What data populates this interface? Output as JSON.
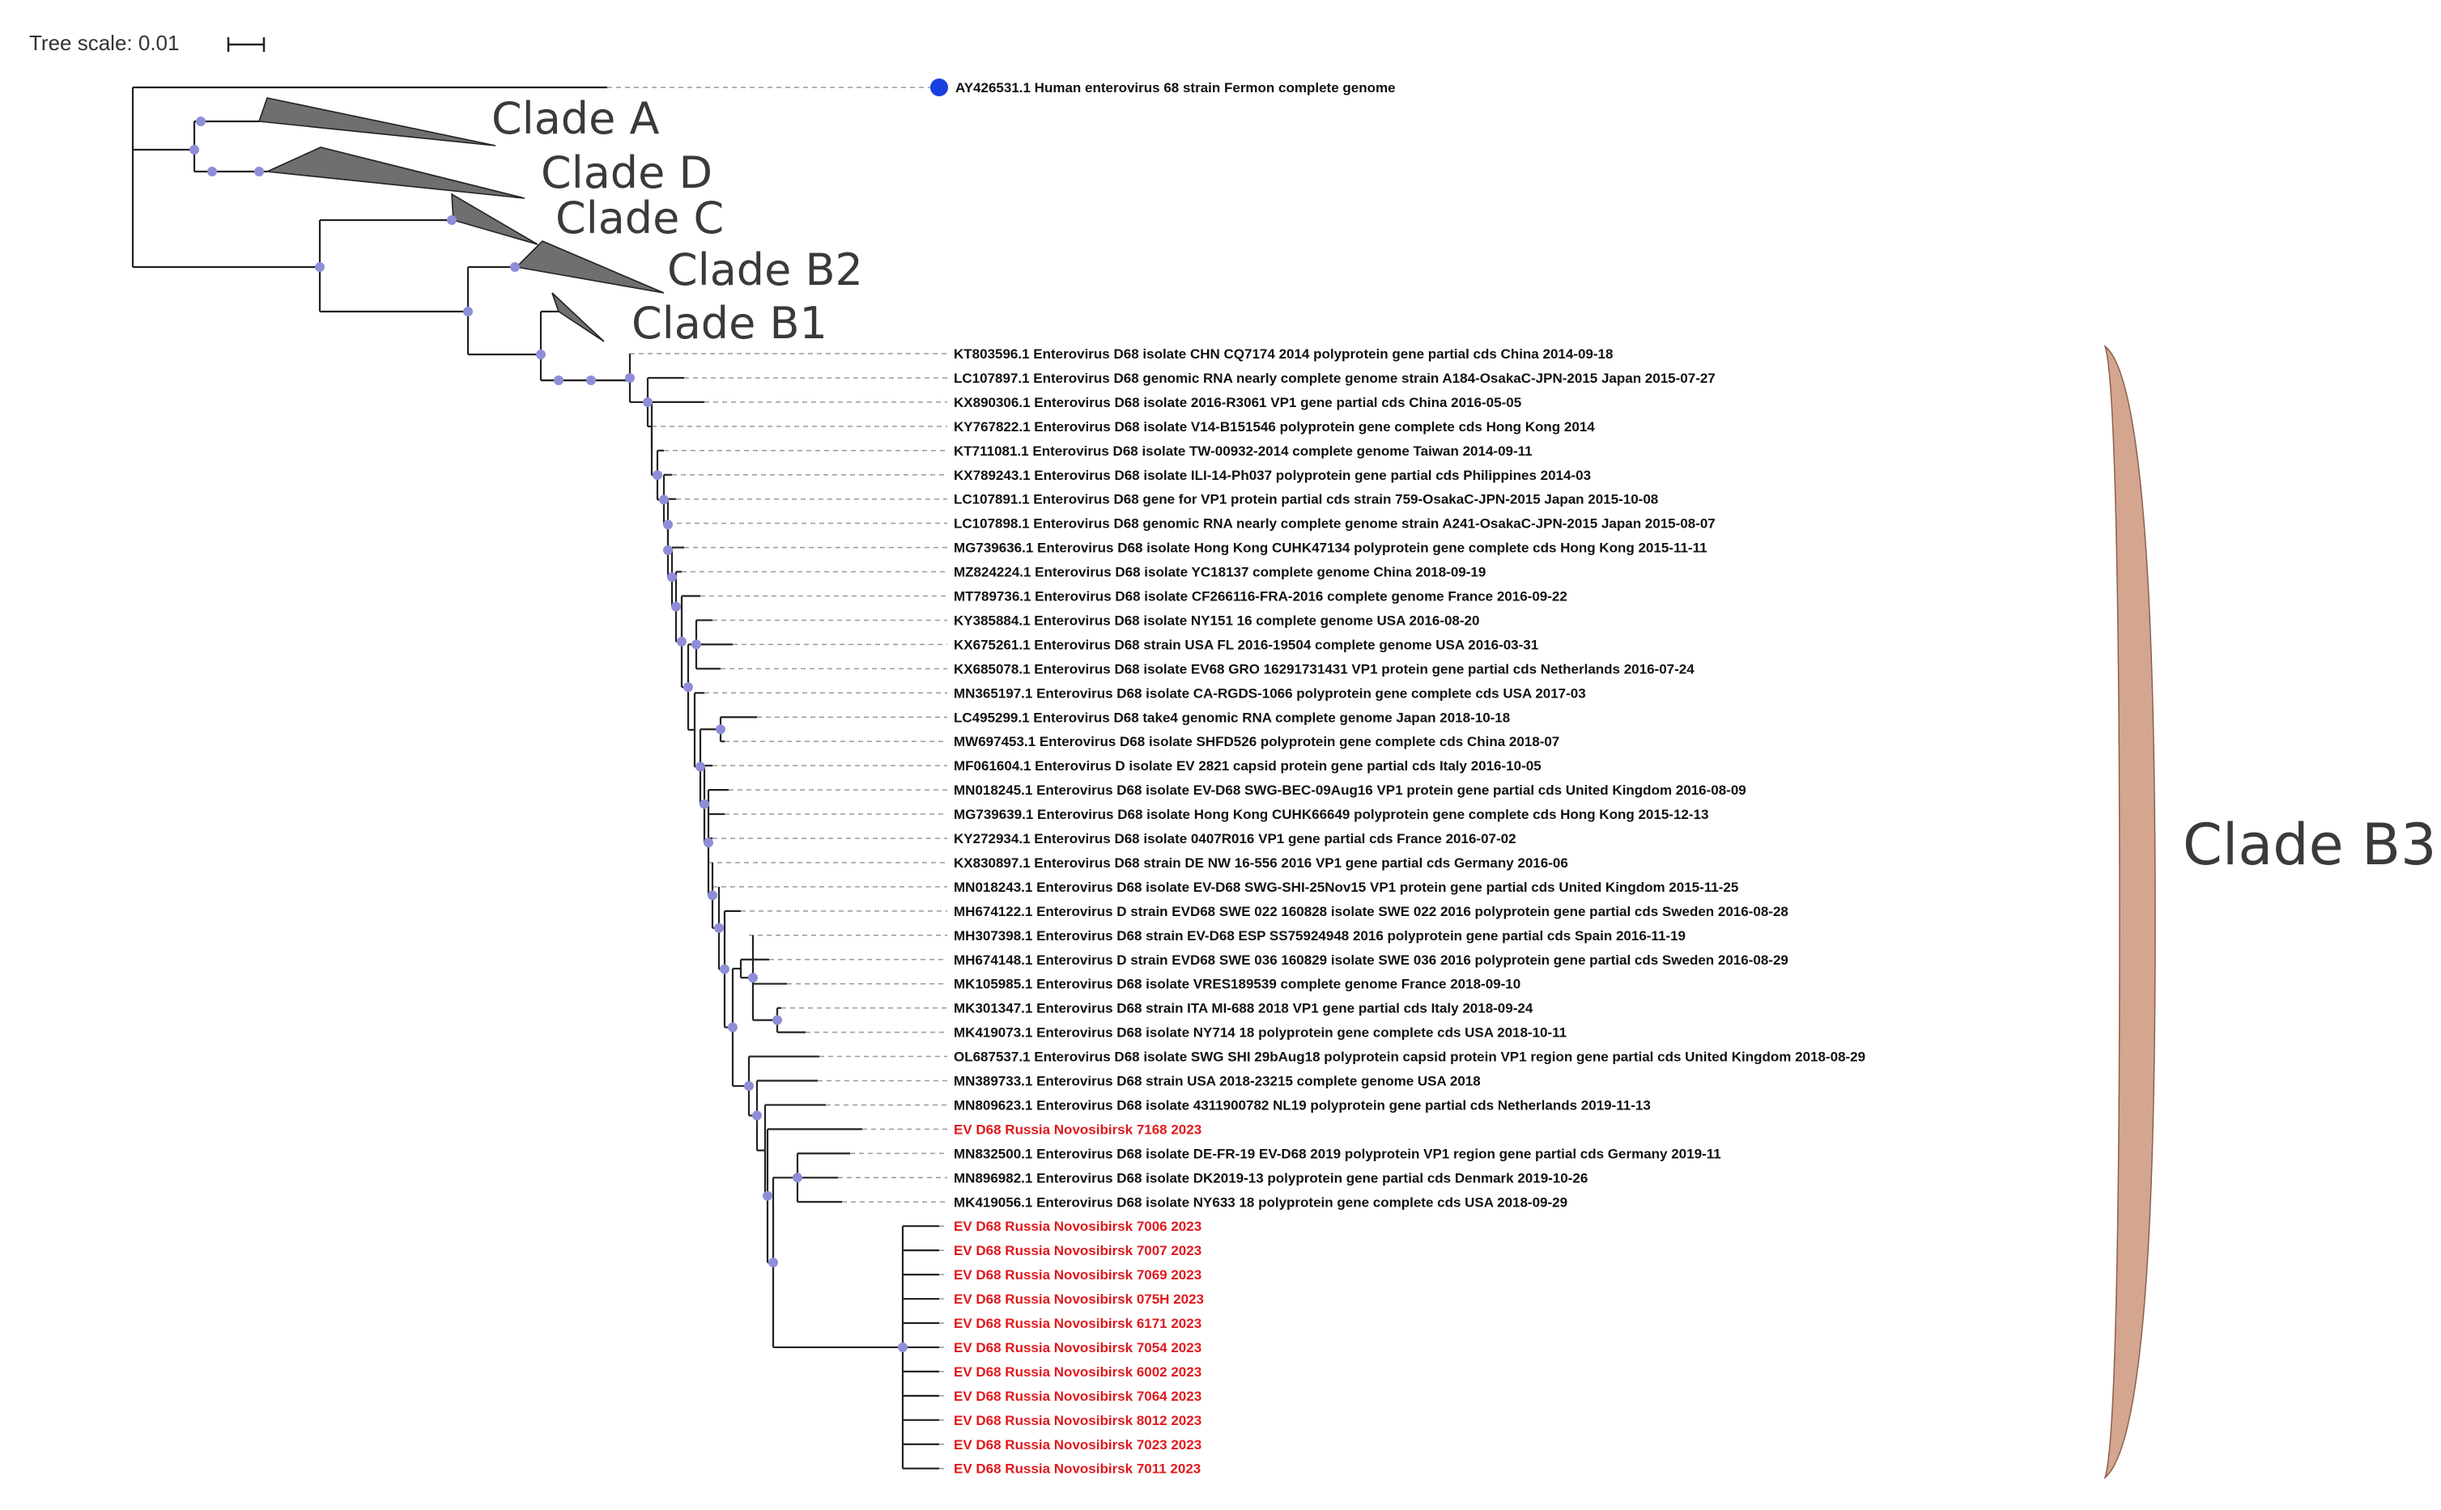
{
  "scale": {
    "label": "Tree scale: 0.01"
  },
  "outgroup": {
    "label": "AY426531.1 Human enterovirus 68 strain Fermon complete genome",
    "marker_color": "#1a3fe0"
  },
  "collapsed_clades": [
    {
      "id": "a",
      "label": "Clade A"
    },
    {
      "id": "d",
      "label": "Clade D"
    },
    {
      "id": "c",
      "label": "Clade C"
    },
    {
      "id": "b2",
      "label": "Clade B2"
    },
    {
      "id": "b1",
      "label": "Clade B1"
    }
  ],
  "bracket": {
    "label": "Clade B3",
    "color": "#d4a58f"
  },
  "colors": {
    "branch": "#222222",
    "node": "#8e8ed8",
    "triangle": "#6f6f6f",
    "russia": "#e0191d",
    "reference": "#111111"
  },
  "leaves": [
    {
      "label": "KT803596.1 Enterovirus D68 isolate CHN CQ7174 2014 polyprotein gene partial cds China 2014-09-18",
      "russia": false
    },
    {
      "label": "LC107897.1 Enterovirus D68 genomic RNA nearly complete genome strain  A184-OsakaC-JPN-2015 Japan 2015-07-27",
      "russia": false
    },
    {
      "label": "KX890306.1 Enterovirus D68 isolate 2016-R3061 VP1 gene partial cds China 2016-05-05",
      "russia": false
    },
    {
      "label": "KY767822.1 Enterovirus D68 isolate V14-B151546 polyprotein gene complete cds Hong Kong 2014",
      "russia": false
    },
    {
      "label": "KT711081.1 Enterovirus D68 isolate TW-00932-2014 complete genome Taiwan 2014-09-11",
      "russia": false
    },
    {
      "label": "KX789243.1 Enterovirus D68 isolate ILI-14-Ph037 polyprotein gene partial cds Philippines 2014-03",
      "russia": false
    },
    {
      "label": "LC107891.1 Enterovirus D68 gene for VP1 protein partial cds strain  759-OsakaC-JPN-2015 Japan 2015-10-08",
      "russia": false
    },
    {
      "label": "LC107898.1 Enterovirus D68 genomic RNA nearly complete genome strain  A241-OsakaC-JPN-2015 Japan 2015-08-07",
      "russia": false
    },
    {
      "label": "MG739636.1 Enterovirus D68 isolate Hong Kong CUHK47134 polyprotein gene complete cds Hong Kong 2015-11-11",
      "russia": false
    },
    {
      "label": "MZ824224.1 Enterovirus D68 isolate YC18137 complete genome China 2018-09-19",
      "russia": false
    },
    {
      "label": "MT789736.1 Enterovirus D68 isolate CF266116-FRA-2016 complete genome France 2016-09-22",
      "russia": false
    },
    {
      "label": "KY385884.1 Enterovirus D68 isolate NY151 16 complete genome USA 2016-08-20",
      "russia": false
    },
    {
      "label": "KX675261.1 Enterovirus D68 strain USA FL 2016-19504 complete genome USA 2016-03-31",
      "russia": false
    },
    {
      "label": "KX685078.1 Enterovirus D68 isolate EV68 GRO 16291731431 VP1 protein gene partial cds Netherlands 2016-07-24",
      "russia": false
    },
    {
      "label": "MN365197.1 Enterovirus D68 isolate CA-RGDS-1066 polyprotein gene complete cds USA 2017-03",
      "russia": false
    },
    {
      "label": "LC495299.1 Enterovirus D68 take4 genomic RNA complete genome Japan 2018-10-18",
      "russia": false
    },
    {
      "label": "MW697453.1 Enterovirus D68 isolate SHFD526 polyprotein gene complete cds China 2018-07",
      "russia": false
    },
    {
      "label": "MF061604.1 Enterovirus D isolate EV 2821 capsid protein gene partial cds Italy 2016-10-05",
      "russia": false
    },
    {
      "label": "MN018245.1 Enterovirus D68 isolate EV-D68 SWG-BEC-09Aug16 VP1 protein gene partial cds United Kingdom 2016-08-09",
      "russia": false
    },
    {
      "label": "MG739639.1 Enterovirus D68 isolate Hong Kong CUHK66649 polyprotein gene complete cds Hong Kong 2015-12-13",
      "russia": false
    },
    {
      "label": "KY272934.1 Enterovirus D68 isolate 0407R016 VP1 gene partial cds France 2016-07-02",
      "russia": false
    },
    {
      "label": "KX830897.1 Enterovirus D68 strain DE NW 16-556 2016 VP1 gene partial cds Germany 2016-06",
      "russia": false
    },
    {
      "label": "MN018243.1 Enterovirus D68 isolate EV-D68 SWG-SHI-25Nov15 VP1 protein gene partial cds United Kingdom 2015-11-25",
      "russia": false
    },
    {
      "label": "MH674122.1 Enterovirus D strain EVD68 SWE 022 160828 isolate SWE 022 2016 polyprotein gene partial cds Sweden 2016-08-28",
      "russia": false
    },
    {
      "label": "MH307398.1 Enterovirus D68 strain EV-D68 ESP SS75924948 2016 polyprotein gene partial cds Spain 2016-11-19",
      "russia": false
    },
    {
      "label": "MH674148.1 Enterovirus D strain EVD68 SWE 036 160829 isolate SWE 036 2016 polyprotein gene partial cds Sweden 2016-08-29",
      "russia": false
    },
    {
      "label": "MK105985.1 Enterovirus D68 isolate VRES189539 complete genome France 2018-09-10",
      "russia": false
    },
    {
      "label": "MK301347.1 Enterovirus D68 strain ITA MI-688 2018 VP1 gene partial cds Italy 2018-09-24",
      "russia": false
    },
    {
      "label": "MK419073.1 Enterovirus D68 isolate NY714 18 polyprotein gene complete cds USA 2018-10-11",
      "russia": false
    },
    {
      "label": "OL687537.1 Enterovirus D68 isolate SWG SHI 29bAug18 polyprotein capsid protein VP1 region gene partial cds United Kingdom 2018-08-29",
      "russia": false
    },
    {
      "label": "MN389733.1 Enterovirus D68 strain USA 2018-23215 complete genome USA 2018",
      "russia": false
    },
    {
      "label": "MN809623.1 Enterovirus D68 isolate 4311900782 NL19 polyprotein gene partial cds Netherlands 2019-11-13",
      "russia": false
    },
    {
      "label": "EV D68 Russia Novosibirsk 7168 2023",
      "russia": true
    },
    {
      "label": "MN832500.1 Enterovirus D68 isolate DE-FR-19 EV-D68 2019 polyprotein VP1 region gene partial cds Germany 2019-11",
      "russia": false
    },
    {
      "label": "MN896982.1 Enterovirus D68 isolate DK2019-13 polyprotein gene partial cds Denmark 2019-10-26",
      "russia": false
    },
    {
      "label": "MK419056.1 Enterovirus D68 isolate NY633 18 polyprotein gene complete cds USA 2018-09-29",
      "russia": false
    },
    {
      "label": "EV D68 Russia Novosibirsk 7006 2023",
      "russia": true
    },
    {
      "label": "EV D68 Russia Novosibirsk 7007 2023",
      "russia": true
    },
    {
      "label": "EV D68 Russia Novosibirsk 7069 2023",
      "russia": true
    },
    {
      "label": "EV D68 Russia Novosibirsk 075H 2023",
      "russia": true
    },
    {
      "label": "EV D68 Russia Novosibirsk 6171 2023",
      "russia": true
    },
    {
      "label": "EV D68 Russia Novosibirsk 7054 2023",
      "russia": true
    },
    {
      "label": "EV D68 Russia Novosibirsk 6002 2023",
      "russia": true
    },
    {
      "label": "EV D68 Russia Novosibirsk 7064 2023",
      "russia": true
    },
    {
      "label": "EV D68 Russia Novosibirsk 8012 2023",
      "russia": true
    },
    {
      "label": "EV D68 Russia Novosibirsk 7023 2023",
      "russia": true
    },
    {
      "label": "EV D68 Russia Novosibirsk 7011 2023",
      "russia": true
    }
  ]
}
